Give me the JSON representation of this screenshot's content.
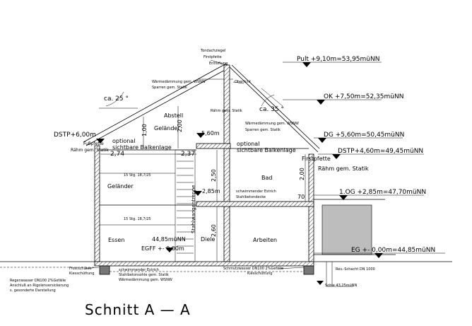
{
  "title": "Schnitt  A  —  A",
  "levels": {
    "pult": "Pult +9,10m=53,95müNN",
    "ok": "OK +7,50m=52,35müNN",
    "dg": "DG +5,60m=50,45müNN",
    "dstp_right": "DSTP+4,60m=49,45müNN",
    "og": "1.OG +2,85m=47,70müNN",
    "eg": "EG +- 0,00m=44,85müNN",
    "dstp_left": "DSTP+6,00m",
    "egff": "EGFF +- 0,00m",
    "eg_nn": "44,85müNN",
    "level_560": "5,60m",
    "level_285": "2,85m"
  },
  "rooms": {
    "abstell": "Abstell",
    "bad": "Bad",
    "essen": "Essen",
    "diele": "Diele",
    "arbeiten": "Arbeiten"
  },
  "labels": {
    "angle_left": "ca. 25 °",
    "angle_right": "ca. 35 °",
    "tondachziegel": "Tondachziegel",
    "firstpfette_top": "Firstpfette",
    "entlueftung": "Entlüftung",
    "waermedaemmung_top": "Wärmedämmung gem. WSNW",
    "sparren": "Sparren gem. Statik",
    "oberlicht": "Oberlicht",
    "rahm_statik_mid": "Rähm gem. Statik",
    "waermedaemmung_right": "Wärmedämmung gem. WSNW",
    "sparren_right": "Sparren gem. Statik",
    "gelaender_top": "Geländer",
    "fusspfette": "Fußpfette",
    "rahm_statik_left": "Rähm gem. Statik",
    "optional_left": "optional",
    "balkenlage_left": "sichtbare Balkenlage",
    "optional_right": "optional",
    "balkenlage_right": "sichtbare Balkenlage",
    "firstpfette_right": "Firstpfette",
    "rahm_statik_right": "Rähm gem. Statik",
    "stairs_upper": "15 Stg. 18,7/25",
    "stairs_lower": "15 Stg. 18,7/25",
    "gelaender_mid": "Geländer",
    "spindeltreppe": "Stahlwangentreppe",
    "estrich_og": "schwimmender Estrich",
    "stahlbetondecke_og": "Stahlbetondecke",
    "frostschuerze": "Frostschürze",
    "kiesschuettung_left": "Kiesschüttung",
    "estrich_eg": "schwimmender Estrich",
    "stahlbetonsohle": "Stahlbetonsohle gem. Statik",
    "waermedaemmung_bottom": "Wärmedämmung gem. WSNW",
    "schmutzwasser": "Schmutzwasser DN100 2%Gefälle",
    "kiesschuettung_right": "Kiesschüttung",
    "rev_schacht": "Rev.-Schacht DN 1000",
    "sohle": "Sohle 43,25müNN",
    "regenwasser": "Regenwasser DN100 2%Gefälle",
    "anschluss": "Anschluß an Rigolenversickerung",
    "darstellung": "s. gesonderte Darstellung"
  },
  "dimensions": {
    "d_274": "2,74",
    "d_237": "2,37",
    "d_100": "1,00",
    "d_200_top": "2,00",
    "d_250": "2,50",
    "d_260": "2,60",
    "d_200_right": "2,00",
    "d_70": "70"
  }
}
